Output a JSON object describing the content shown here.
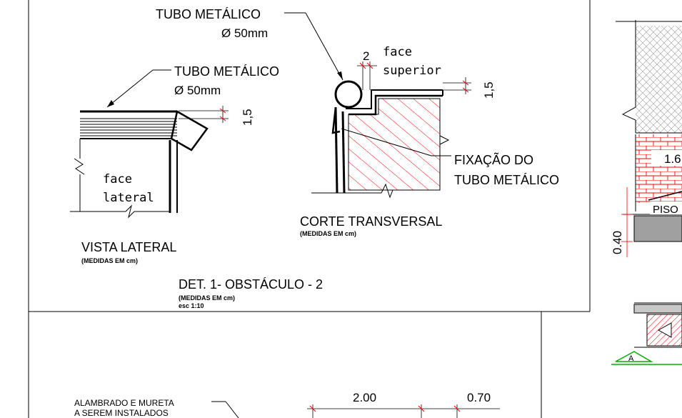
{
  "detail1": {
    "tube_label_a": "TUBO METÁLICO",
    "tube_dia_a": "Ø 50mm",
    "tube_label_b": "TUBO METÁLICO",
    "tube_dia_b": "Ø 50mm",
    "dim_1_5_side": "1,5",
    "dim_1_5_section": "1,5",
    "dim_2": "2",
    "face_superior_1": "face",
    "face_superior_2": "superior",
    "face_lateral_1": "face",
    "face_lateral_2": "lateral",
    "fixacao_1": "FIXAÇÃO DO",
    "fixacao_2": "TUBO METÁLICO",
    "corte_title": "CORTE TRANSVERSAL",
    "corte_units": "(MEDIDAS  EM  cm)",
    "vista_title": "VISTA LATERAL",
    "vista_units": "(MEDIDAS  EM  cm)",
    "det_title": "DET. 1- OBSTÁCULO - 2",
    "det_units": "(MEDIDAS  EM  cm)",
    "det_scale": "esc  1:10"
  },
  "detail2": {
    "alambrado_1": "ALAMBRADO E MURETA",
    "alambrado_2": "A SEREM INSTALADOS",
    "dim_2_00": "2.00",
    "dim_0_70": "0.70"
  },
  "right": {
    "dim_1_6": "1.6",
    "piso": "PISO",
    "dim_0_40": "0.40",
    "section_marker": "A"
  },
  "colors": {
    "hatch_red": "#ff0000",
    "marker_green": "#00b000",
    "section_grey": "#a0a0a0",
    "line": "#000000"
  }
}
